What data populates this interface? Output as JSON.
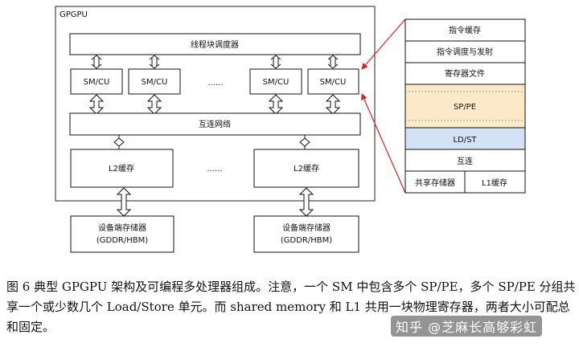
{
  "gpgpu": {
    "title": "GPGPU",
    "scheduler": "线程块调度器",
    "sm_cu": [
      "SM/CU",
      "SM/CU",
      "SM/CU",
      "SM/CU"
    ],
    "ellipsis": "......",
    "interconnect": "互连网络",
    "l2_cache": [
      "L2缓存",
      "L2缓存"
    ],
    "memory": [
      {
        "name": "设备端存储器",
        "type": "(GDDR/HBM)"
      },
      {
        "name": "设备端存储器",
        "type": "(GDDR/HBM)"
      }
    ]
  },
  "sm_detail": {
    "rows": [
      "指令缓存",
      "指令调度与发射",
      "寄存器文件",
      "SP/PE",
      "LD/ST",
      "互连"
    ],
    "bottom_left": "共享存储器",
    "bottom_right": "L1缓存"
  },
  "colors": {
    "sp_pe_fill": "#fbe9c8",
    "ld_st_fill": "#d3e2f5",
    "pointer_line": "#e02020"
  },
  "caption": {
    "text": "图 6 典型 GPGPU 架构及可编程多处理器组成。注意，一个 SM 中包含多个 SP/PE，多个 SP/PE 分组共享一个或少数几个 Load/Store 单元。而 shared memory 和 L1 共用一块物理寄存器，两者大小可配总和固定。"
  },
  "watermark": "知乎 @芝麻长高够彩虹"
}
